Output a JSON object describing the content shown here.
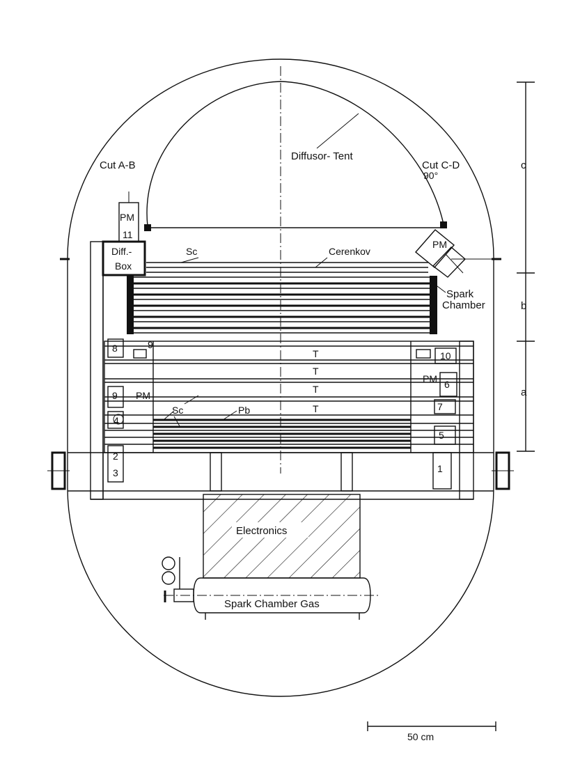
{
  "cut_left": "Cut A-B",
  "cut_right": "Cut C-D",
  "cut_right_angle": "90°",
  "diffusor": "Diffusor- Tent",
  "pm_top": "PM",
  "pm_top_num": "11",
  "diffbox_1": "Diff.-",
  "diffbox_2": "Box",
  "sc_top": "Sc",
  "cerenkov": "Cerenkov",
  "pm_right": "PM",
  "spark_1": "Spark",
  "spark_2": "Chamber",
  "t_labels": [
    "T",
    "T",
    "T",
    "T"
  ],
  "sc_low": "Sc",
  "pb": "Pb",
  "pm_mid_left": "PM",
  "pm_mid_right": "PM",
  "left_numbers": [
    "8",
    "9",
    "4",
    "2",
    "3"
  ],
  "right_numbers": [
    "10",
    "6",
    "7",
    "5",
    "1"
  ],
  "small_nine": "9",
  "electronics": "Electronics",
  "gas": "Spark Chamber Gas",
  "dim_c": "c",
  "dim_b": "b",
  "dim_a": "a",
  "scale": "50 cm"
}
